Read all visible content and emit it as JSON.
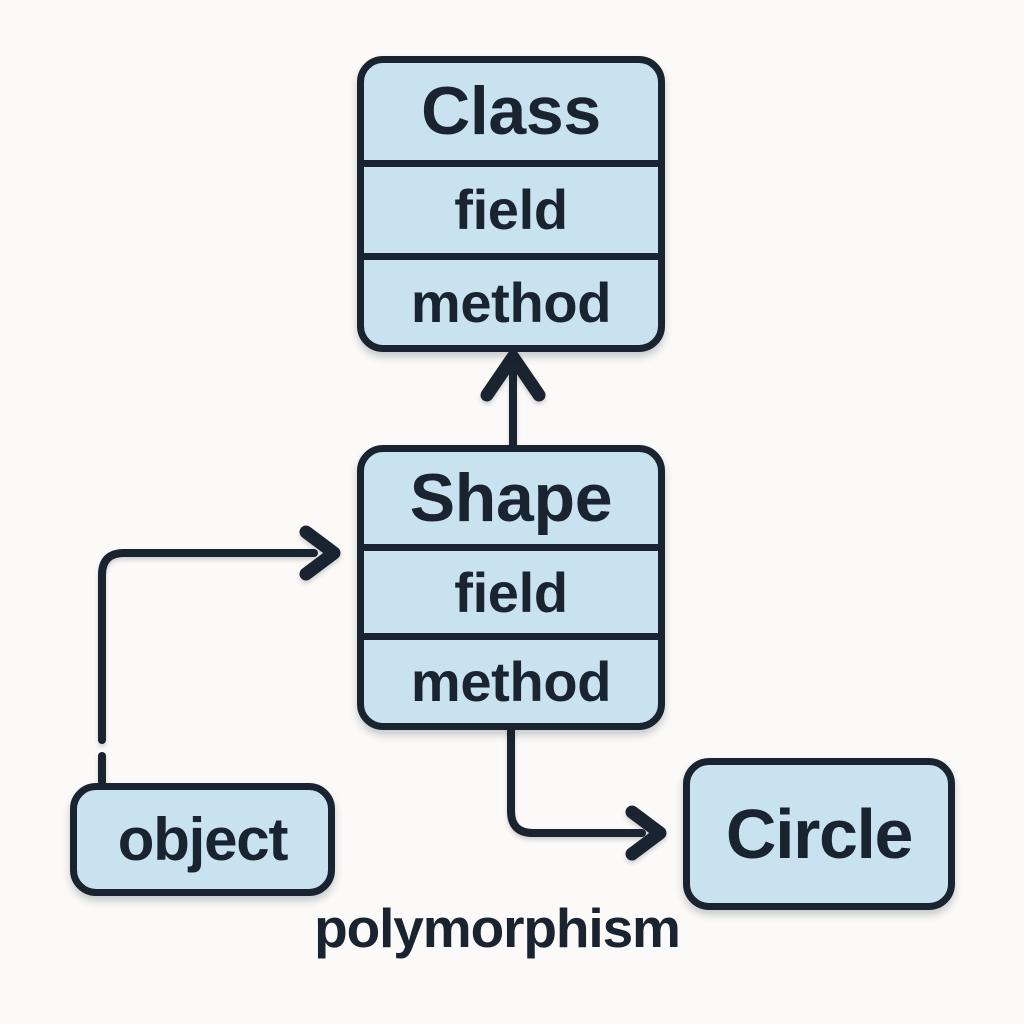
{
  "caption": "polymorphism",
  "colors": {
    "background": "#fbfaf8",
    "box_fill": "#c8e2ef",
    "stroke_and_text": "#1a2330"
  },
  "nodes": {
    "class_box": {
      "title": "Class",
      "rows": [
        "field",
        "method"
      ]
    },
    "shape_box": {
      "title": "Shape",
      "rows": [
        "field",
        "method"
      ]
    },
    "object_box": {
      "label": "object"
    },
    "circle_box": {
      "label": "Circle"
    }
  },
  "edges": [
    {
      "name": "shape-to-class-arrow",
      "from": "Shape",
      "to": "Class",
      "style": "vertical-up-chevron"
    },
    {
      "name": "object-to-shape-arrow",
      "from": "object",
      "to": "Shape",
      "style": "elbow-up-right"
    },
    {
      "name": "shape-to-circle-arrow",
      "from": "Shape",
      "to": "Circle",
      "style": "elbow-down-right"
    }
  ]
}
